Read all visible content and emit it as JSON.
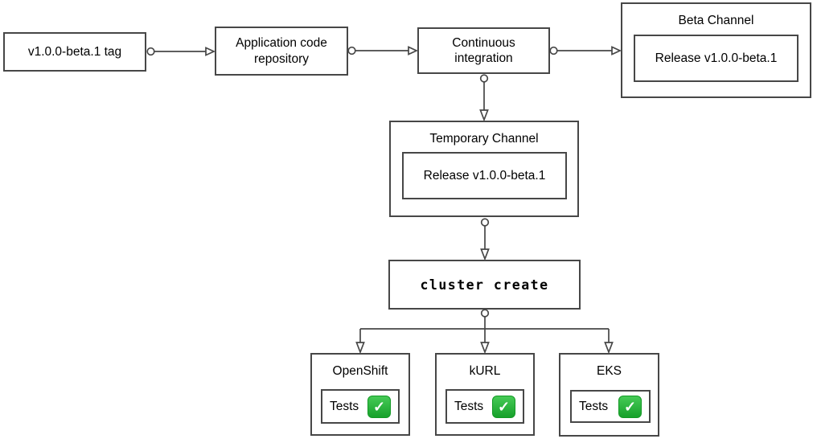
{
  "colors": {
    "stroke": "#474747",
    "text": "#000000",
    "check_green": "#22ac35",
    "background": "#ffffff"
  },
  "icons": {
    "check": "✓"
  },
  "nodes": {
    "tag": {
      "label": "v1.0.0-beta.1 tag"
    },
    "repo": {
      "label": "Application code repository"
    },
    "ci": {
      "label": "Continuous integration"
    },
    "beta": {
      "title": "Beta Channel",
      "release": "Release v1.0.0-beta.1"
    },
    "temp": {
      "title": "Temporary Channel",
      "release": "Release v1.0.0-beta.1"
    },
    "cluster": {
      "label": "cluster create"
    },
    "openshift": {
      "title": "OpenShift",
      "tests": "Tests"
    },
    "kurl": {
      "title": "kURL",
      "tests": "Tests"
    },
    "eks": {
      "title": "EKS",
      "tests": "Tests"
    }
  }
}
